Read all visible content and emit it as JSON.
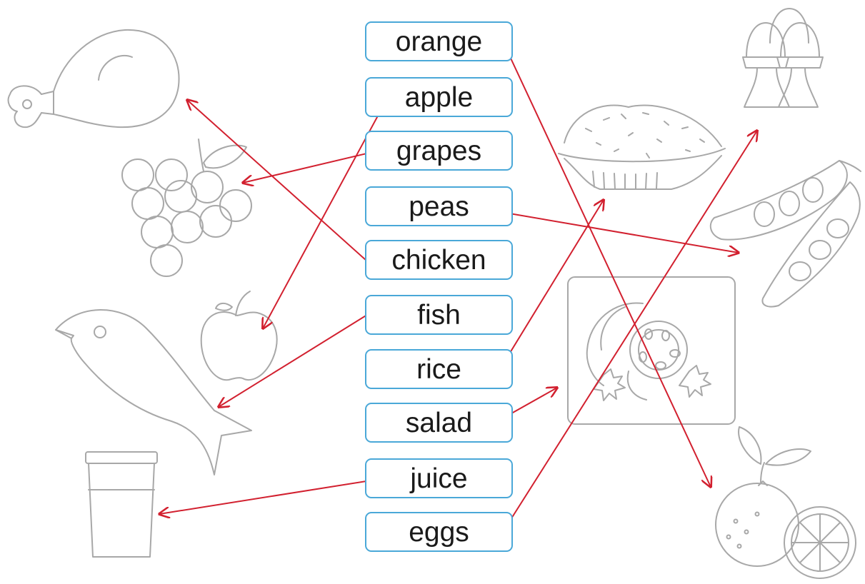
{
  "words": [
    {
      "id": "orange",
      "label": "orange"
    },
    {
      "id": "apple",
      "label": "apple"
    },
    {
      "id": "grapes",
      "label": "grapes"
    },
    {
      "id": "peas",
      "label": "peas"
    },
    {
      "id": "chicken",
      "label": "chicken"
    },
    {
      "id": "fish",
      "label": "fish"
    },
    {
      "id": "rice",
      "label": "rice"
    },
    {
      "id": "salad",
      "label": "salad"
    },
    {
      "id": "juice",
      "label": "juice"
    },
    {
      "id": "eggs",
      "label": "eggs"
    }
  ],
  "pictures": [
    "chicken-leg-icon",
    "grapes-icon",
    "apple-icon",
    "fish-icon",
    "juice-cup-icon",
    "eggs-icon",
    "rice-bowl-icon",
    "peas-pod-icon",
    "salad-plate-icon",
    "orange-icon"
  ],
  "matches": [
    {
      "word": "orange",
      "picture": "orange-icon"
    },
    {
      "word": "apple",
      "picture": "apple-icon"
    },
    {
      "word": "grapes",
      "picture": "grapes-icon"
    },
    {
      "word": "peas",
      "picture": "peas-pod-icon"
    },
    {
      "word": "chicken",
      "picture": "chicken-leg-icon"
    },
    {
      "word": "fish",
      "picture": "fish-icon"
    },
    {
      "word": "rice",
      "picture": "rice-bowl-icon"
    },
    {
      "word": "salad",
      "picture": "salad-plate-icon"
    },
    {
      "word": "juice",
      "picture": "juice-cup-icon"
    },
    {
      "word": "eggs",
      "picture": "eggs-icon"
    }
  ],
  "colors": {
    "box_border": "#4aa8d8",
    "arrow": "#d2202f",
    "picture_outline": "#a8a8a8"
  }
}
